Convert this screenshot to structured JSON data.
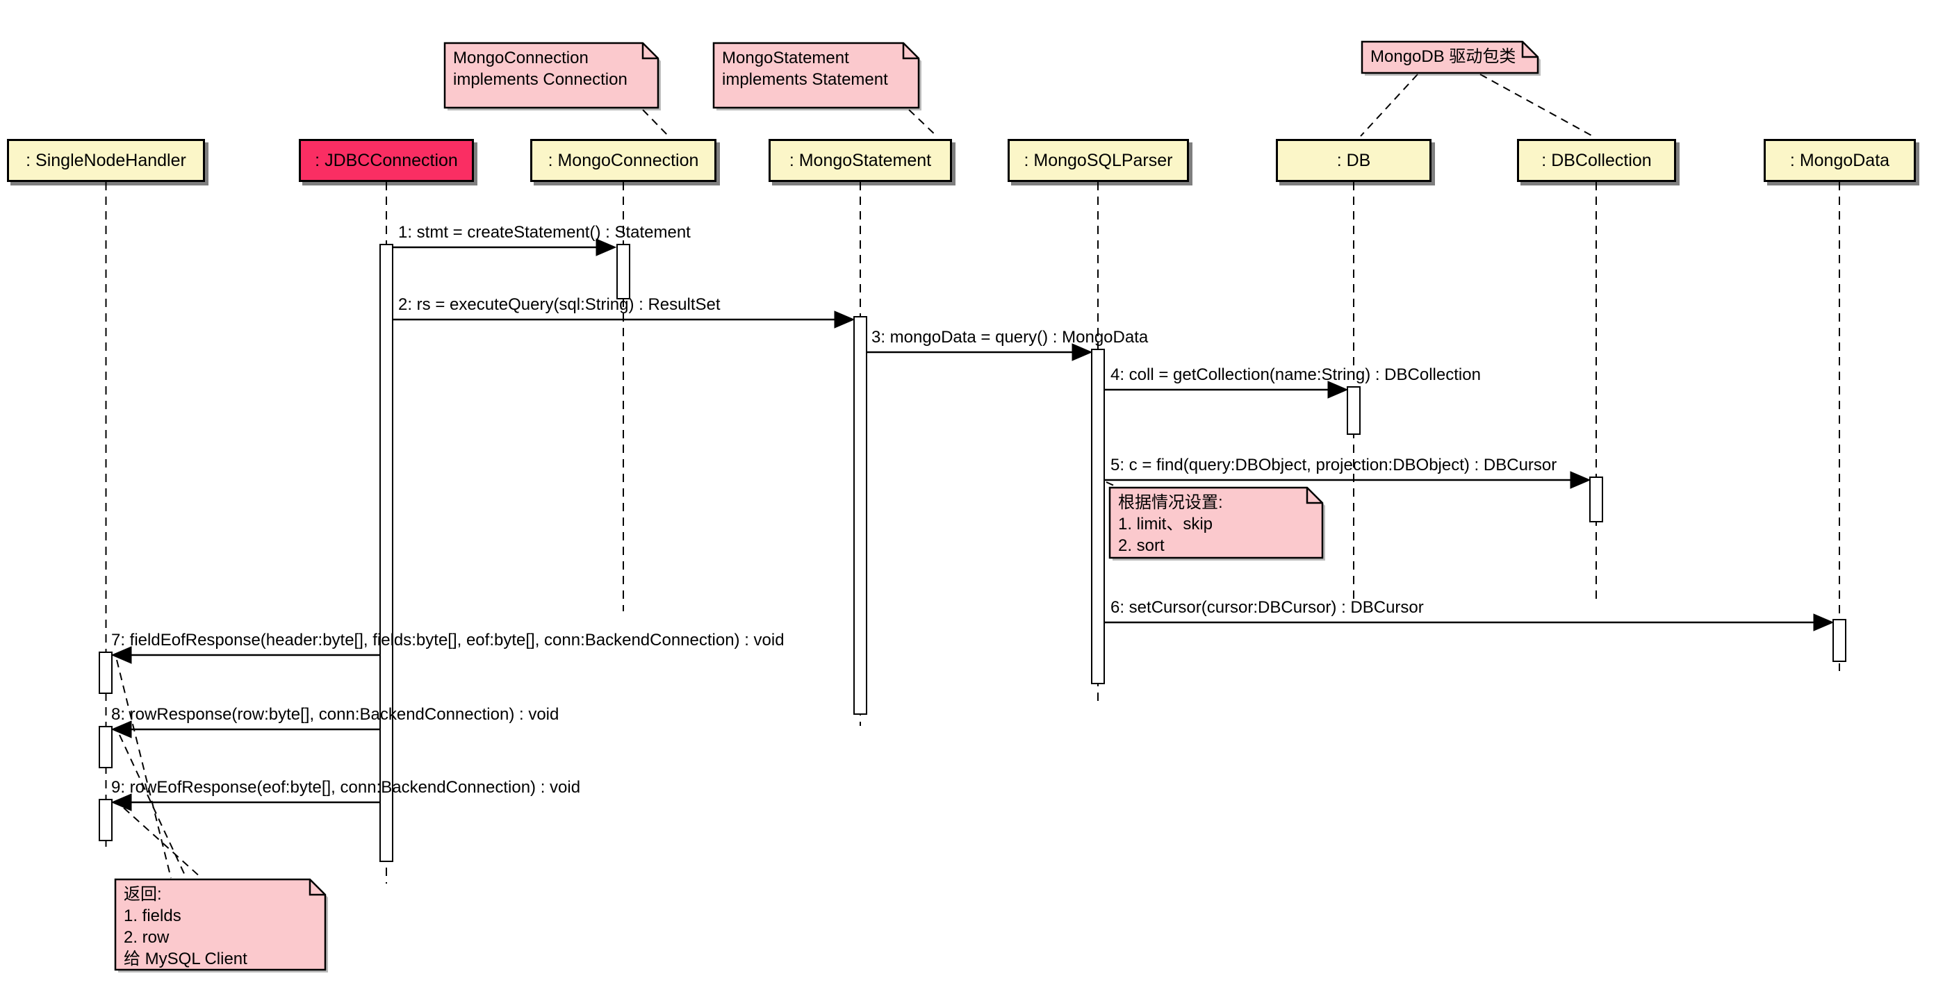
{
  "colors": {
    "participant-fill": "#FBF6C8",
    "participant-border": "#000000",
    "highlight-fill": "#FA2E63",
    "note-fill": "#FBC9CD",
    "note-border": "#000000",
    "line-color": "#000000",
    "text-color": "#000000",
    "background": "#FFFFFF"
  },
  "participants": [
    {
      "name": ": SingleNodeHandler",
      "highlight": false
    },
    {
      "name": ": JDBCConnection",
      "highlight": true
    },
    {
      "name": ": MongoConnection",
      "highlight": false
    },
    {
      "name": ": MongoStatement",
      "highlight": false
    },
    {
      "name": ": MongoSQLParser",
      "highlight": false
    },
    {
      "name": ": DB",
      "highlight": false
    },
    {
      "name": ": DBCollection",
      "highlight": false
    },
    {
      "name": ": MongoData",
      "highlight": false
    }
  ],
  "messages": [
    {
      "label": "1: stmt = createStatement() : Statement",
      "from": ": JDBCConnection",
      "to": ": MongoConnection"
    },
    {
      "label": "2: rs = executeQuery(sql:String) : ResultSet",
      "from": ": JDBCConnection",
      "to": ": MongoStatement"
    },
    {
      "label": "3: mongoData = query() : MongoData",
      "from": ": MongoStatement",
      "to": ": MongoSQLParser"
    },
    {
      "label": "4: coll = getCollection(name:String) : DBCollection",
      "from": ": MongoSQLParser",
      "to": ": DB"
    },
    {
      "label": "5: c = find(query:DBObject, projection:DBObject) : DBCursor",
      "from": ": MongoSQLParser",
      "to": ": DBCollection"
    },
    {
      "label": "6: setCursor(cursor:DBCursor) : DBCursor",
      "from": ": MongoSQLParser",
      "to": ": MongoData"
    },
    {
      "label": "7: fieldEofResponse(header:byte[], fields:byte[], eof:byte[], conn:BackendConnection) : void",
      "from": ": JDBCConnection",
      "to": ": SingleNodeHandler"
    },
    {
      "label": "8: rowResponse(row:byte[], conn:BackendConnection) : void",
      "from": ": JDBCConnection",
      "to": ": SingleNodeHandler"
    },
    {
      "label": "9: rowEofResponse(eof:byte[], conn:BackendConnection) : void",
      "from": ": JDBCConnection",
      "to": ": SingleNodeHandler"
    }
  ],
  "notes": [
    {
      "text": "MongoConnection\nimplements Connection",
      "attached_to": ": MongoConnection"
    },
    {
      "text": "MongoStatement\nimplements Statement",
      "attached_to": ": MongoStatement"
    },
    {
      "text": "MongoDB 驱动包类",
      "attached_to": ": DB, : DBCollection"
    },
    {
      "text": "根据情况设置:\n1. limit、skip\n2. sort",
      "attached_to": "message 5"
    },
    {
      "text": "返回:\n1. fields\n2. row\n给 MySQL Client",
      "attached_to": "messages 7, 8, 9"
    }
  ]
}
